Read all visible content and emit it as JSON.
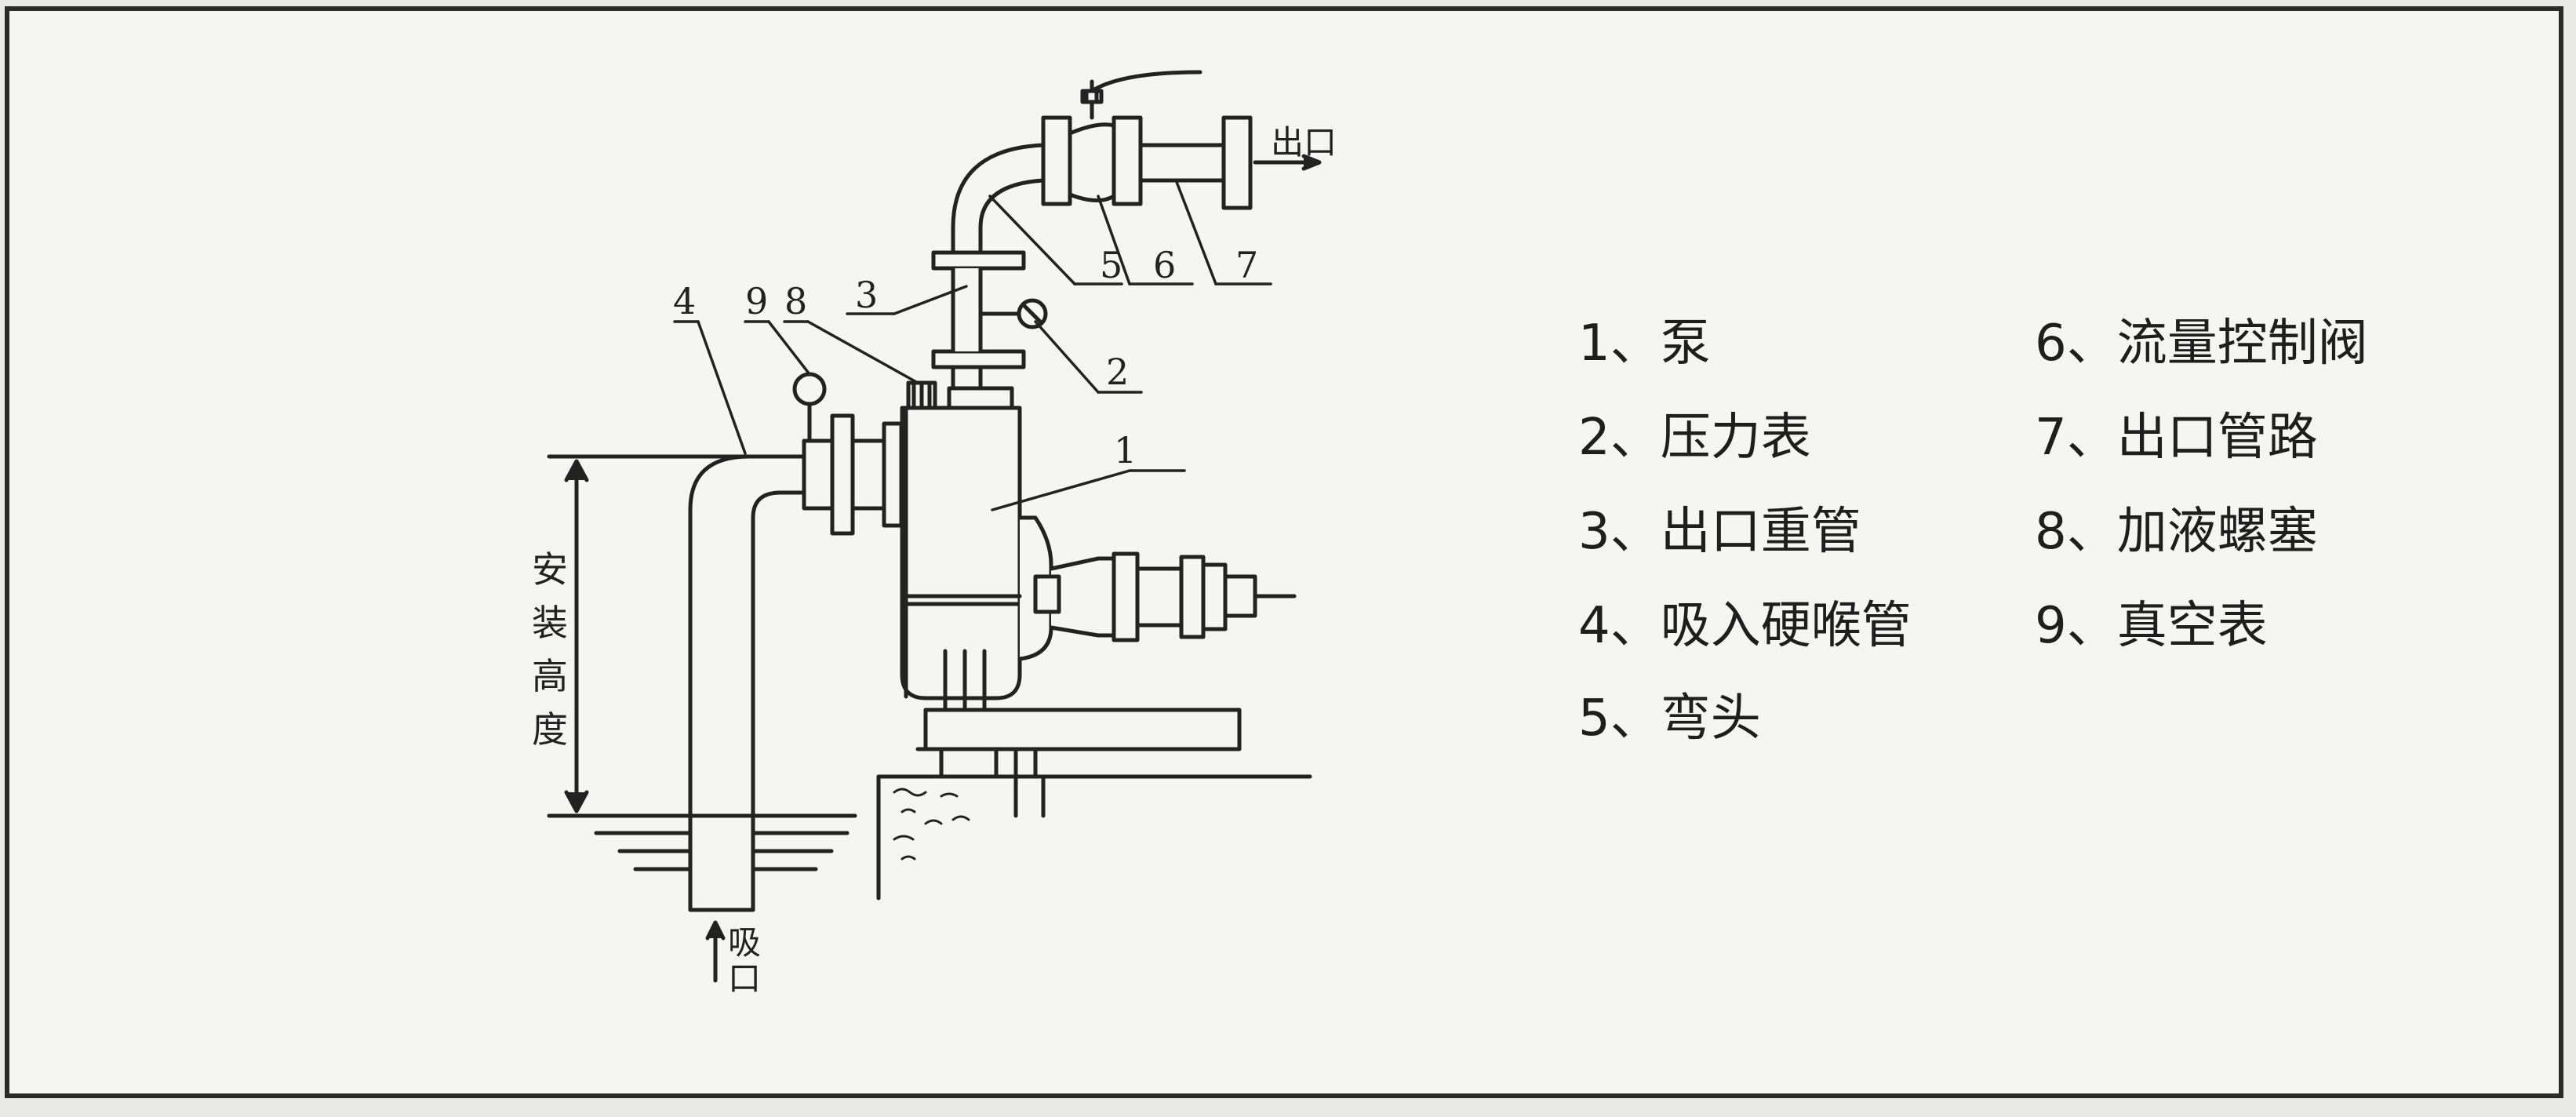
{
  "diagram": {
    "callouts": [
      "1",
      "2",
      "3",
      "4",
      "5",
      "6",
      "7",
      "8",
      "9"
    ],
    "outlet_label": "出口",
    "inlet_label_top": "吸",
    "inlet_label_bottom": "口",
    "height_label": [
      "安",
      "装",
      "高",
      "度"
    ]
  },
  "legend": [
    "1、泵",
    "2、压力表",
    "3、出口重管",
    "4、吸入硬喉管",
    "5、弯头",
    "6、流量控制阀",
    "7、出口管路",
    "8、加液螺塞",
    "9、真空表"
  ]
}
